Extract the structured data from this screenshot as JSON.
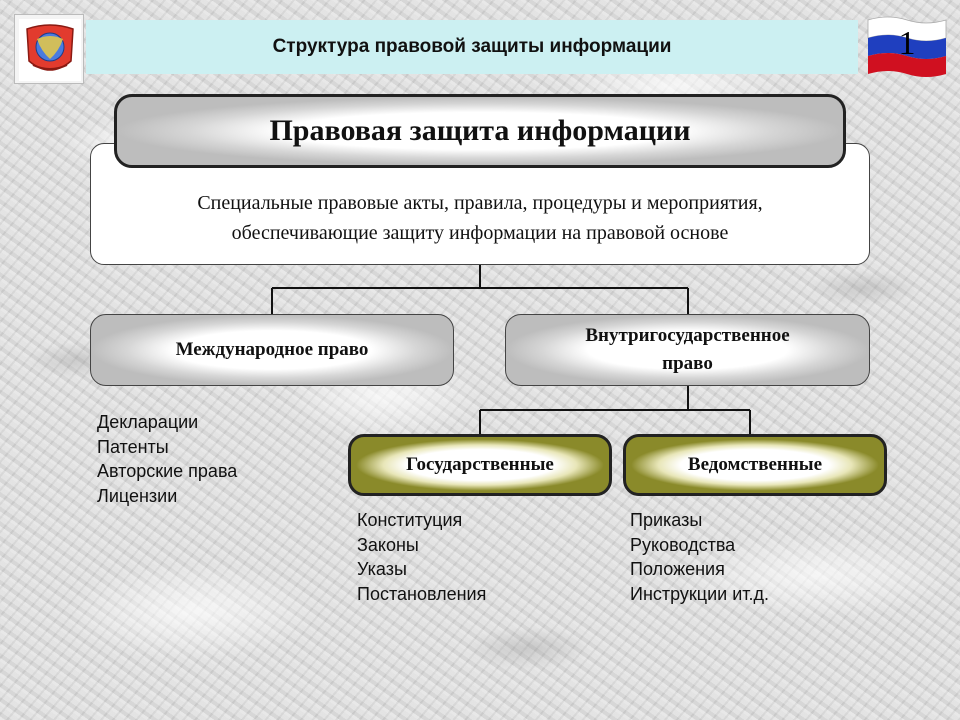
{
  "header": {
    "title": "Структура правовой защиты информации",
    "slide_number": "1",
    "emblem_icon": "coat-of-arms-icon",
    "flag_icon": "russian-flag-icon",
    "flag_colors": [
      "#ffffff",
      "#1f3fbf",
      "#d01020"
    ]
  },
  "diagram": {
    "root": {
      "title": "Правовая защита информации",
      "description_line1": "Специальные правовые акты, правила, процедуры и мероприятия,",
      "description_line2": "обеспечивающие защиту информации на правовой основе"
    },
    "international": {
      "label": "Международное право",
      "items": [
        "Декларации",
        "Патенты",
        "Авторские права",
        "Лицензии"
      ]
    },
    "domestic": {
      "label_line1": "Внутригосударственное",
      "label_line2": "право"
    },
    "state": {
      "label": "Государственные",
      "items": [
        "Конституция",
        "Законы",
        "Указы",
        "Постановления"
      ]
    },
    "departmental": {
      "label": "Ведомственные",
      "items": [
        "Приказы",
        "Руководства",
        "Положения",
        "Инструкции ит.д."
      ]
    }
  }
}
